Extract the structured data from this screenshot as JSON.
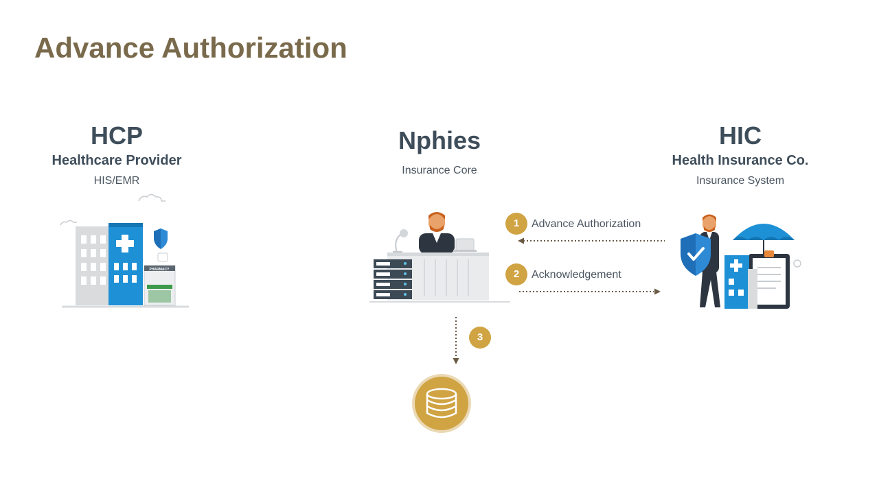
{
  "page": {
    "title": "Advance Authorization"
  },
  "hcp": {
    "heading": "HCP",
    "subtitle": "Healthcare Provider",
    "system": "HIS/EMR",
    "pharmacy_sign": "PHARMACY"
  },
  "nphies": {
    "heading": "Nphies",
    "subtitle": "Insurance Core"
  },
  "hic": {
    "heading": "HIC",
    "subtitle": "Health Insurance Co.",
    "system": "Insurance System"
  },
  "steps": [
    {
      "number": "1",
      "label": "Advance Authorization"
    },
    {
      "number": "2",
      "label": "Acknowledgement"
    },
    {
      "number": "3",
      "label": ""
    }
  ],
  "colors": {
    "title": "#7a6a4c",
    "heading": "#3e4d5a",
    "accent": "#d0a343",
    "blue": "#1e90d6",
    "arrow": "#6b5a44"
  },
  "icons": [
    "hospital-icon",
    "shield-icon",
    "cloud-icon",
    "pharmacy-icon",
    "server-rack-icon",
    "person-at-desk-icon",
    "laptop-icon",
    "insurance-agent-icon",
    "umbrella-icon",
    "clipboard-icon",
    "database-icon"
  ]
}
